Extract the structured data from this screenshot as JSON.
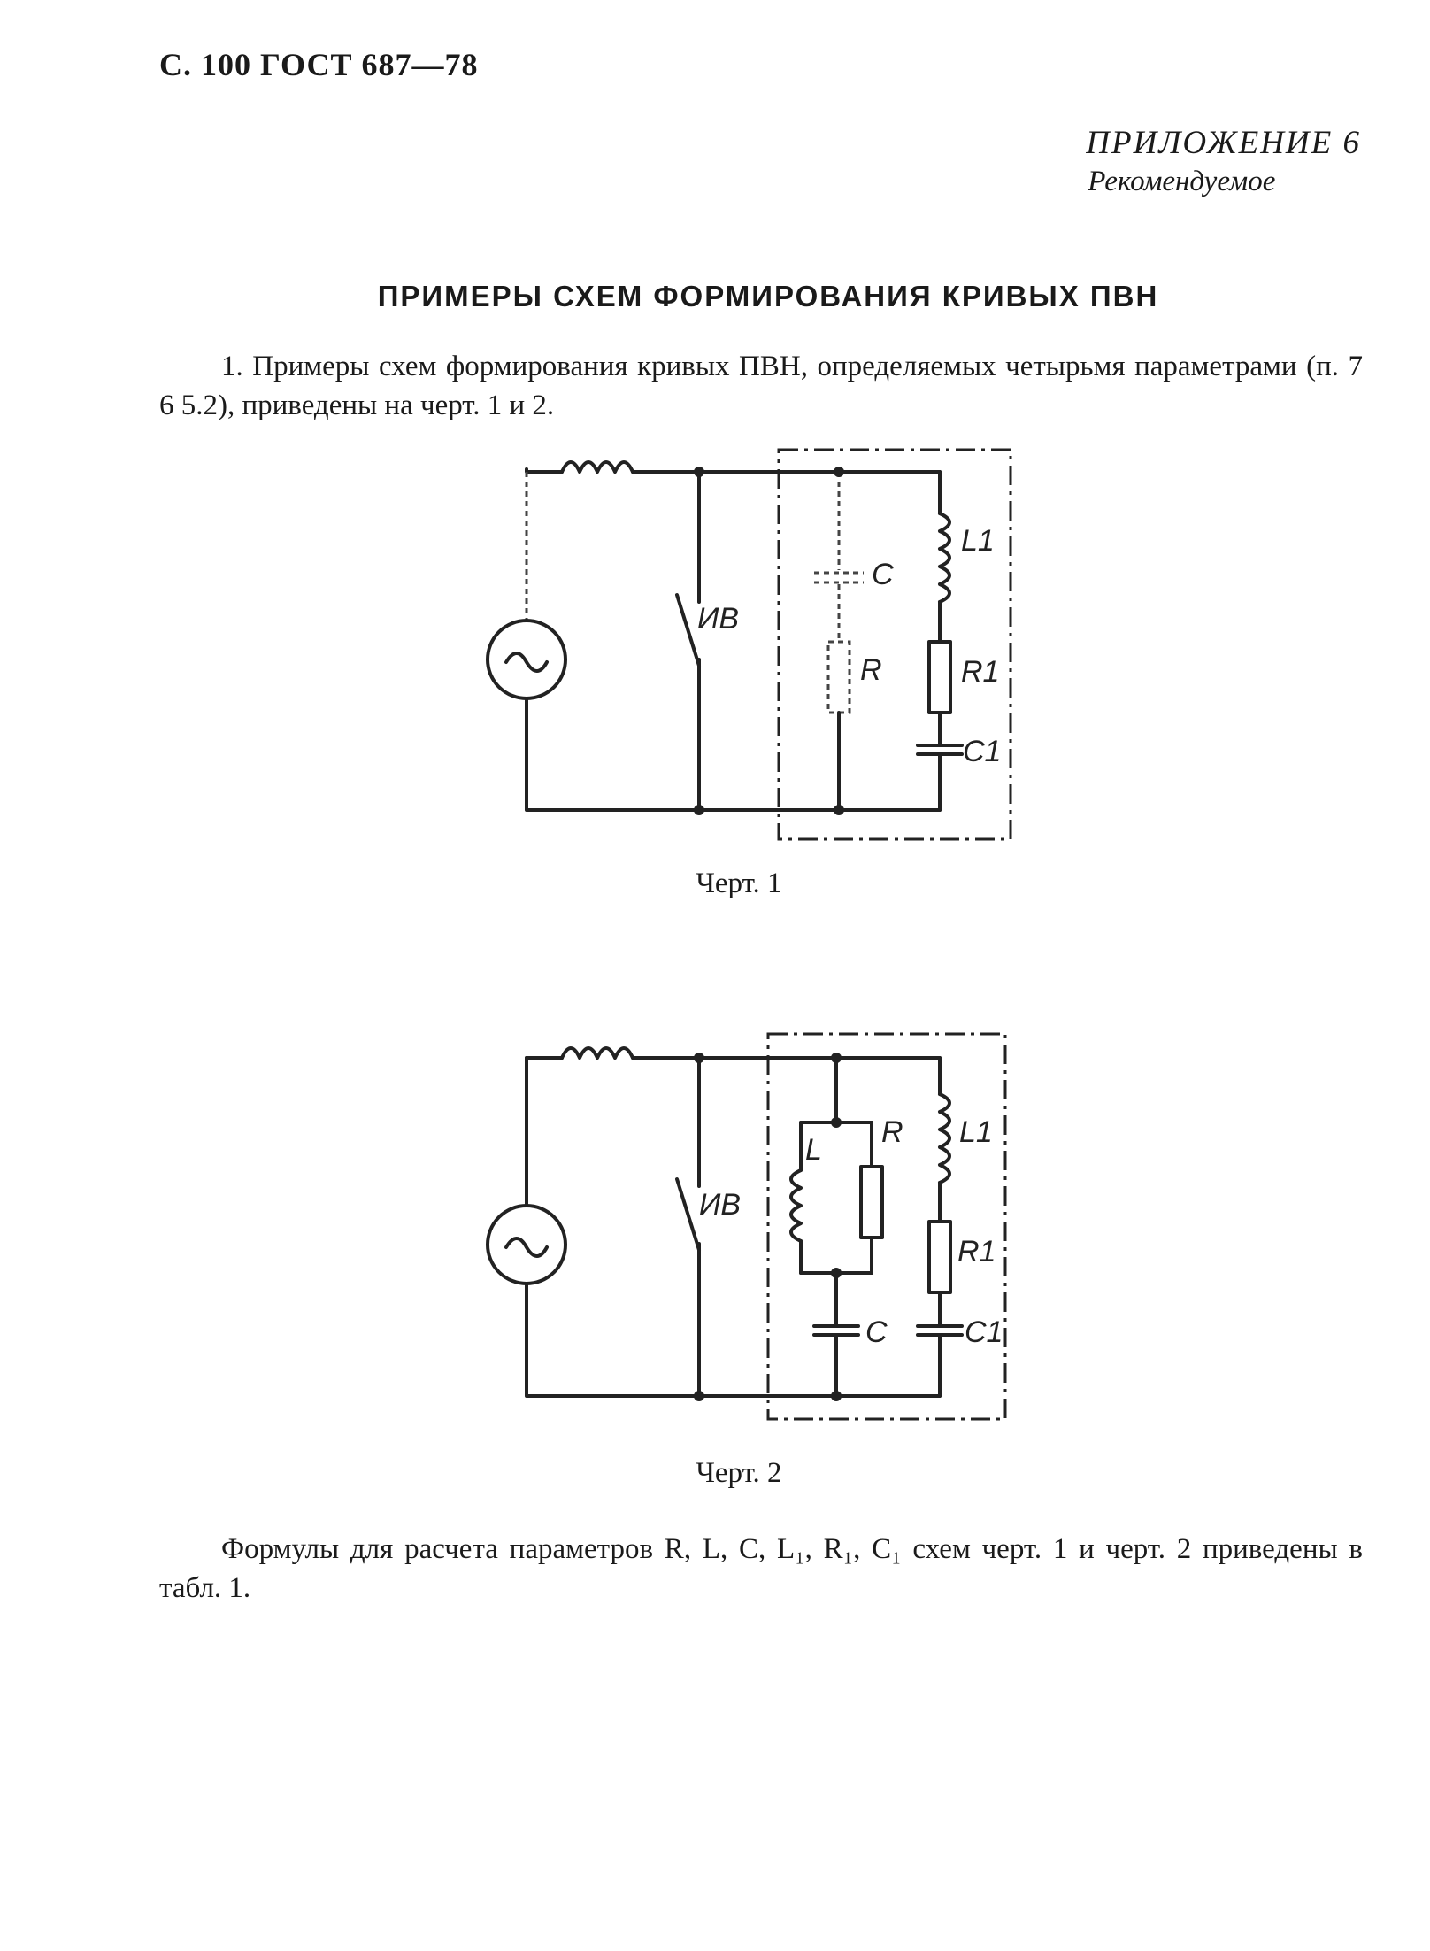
{
  "header": {
    "page_ref": "С. 100 ГОСТ 687—78"
  },
  "appendix": {
    "title": "ПРИЛОЖЕНИЕ 6",
    "subtitle": "Рекомендуемое"
  },
  "section_title": "ПРИМЕРЫ СХЕМ ФОРМИРОВАНИЯ КРИВЫХ ПВН",
  "paragraph_1": "1. Примеры схем формирования кривых ПВН, определяемых четырьмя параметрами (п. 7 6 5.2), приведены на черт. 1 и 2.",
  "figure_1": {
    "caption": "Черт. 1",
    "labels": {
      "switch": "ИВ",
      "cap": "C",
      "res": "R",
      "ind1": "L1",
      "res1": "R1",
      "cap1": "C1"
    }
  },
  "figure_2": {
    "caption": "Черт. 2",
    "labels": {
      "switch": "ИВ",
      "ind": "L",
      "res": "R",
      "ind1": "L1",
      "res1": "R1",
      "cap": "C",
      "cap1": "C1"
    }
  },
  "paragraph_2": "Формулы для расчета параметров R, L, C, L₁, R₁, C₁ схем черт. 1 и черт. 2 приведены в табл. 1."
}
